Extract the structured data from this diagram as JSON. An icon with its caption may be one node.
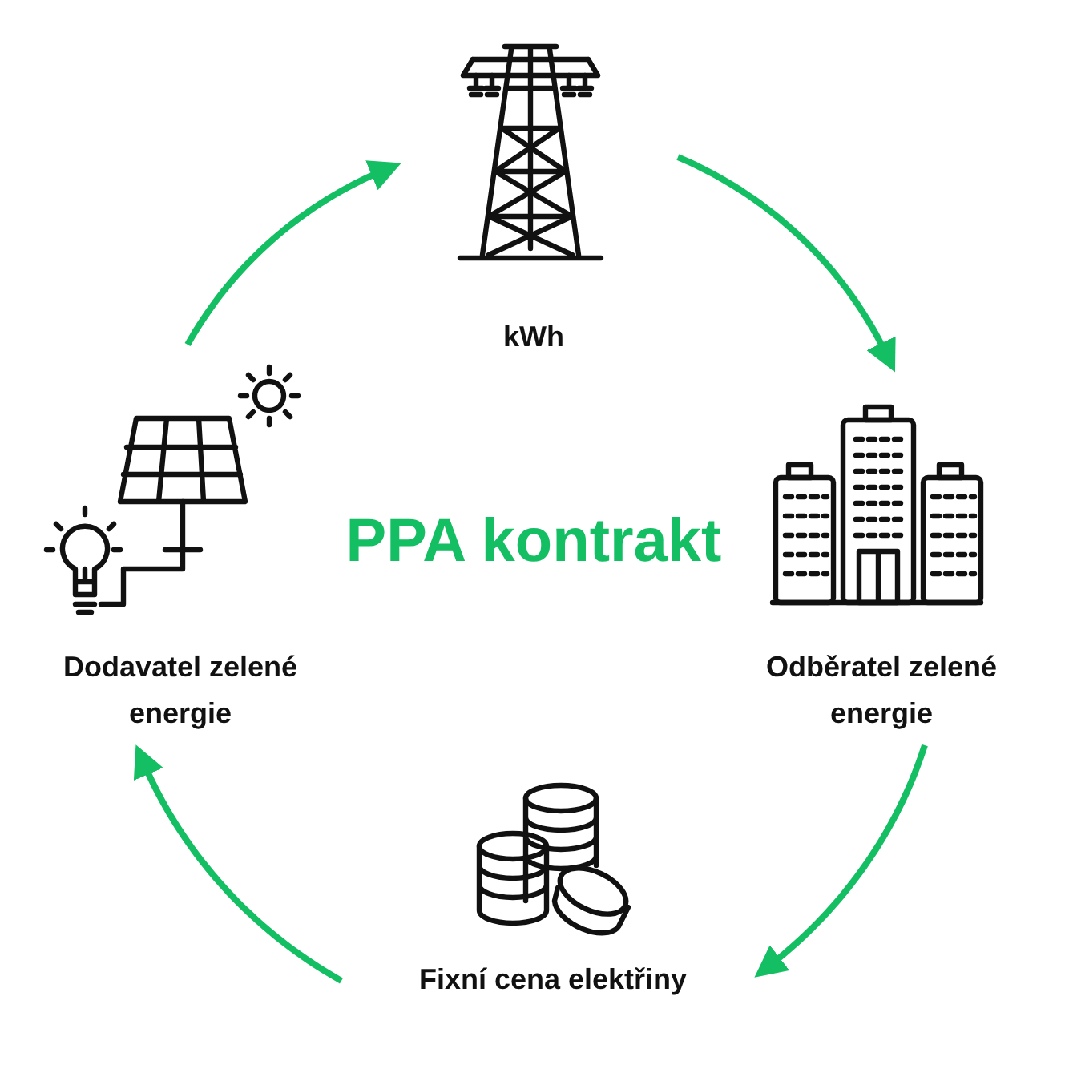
{
  "diagram": {
    "nodes": [
      {
        "text": [
          "kWh"
        ]
      },
      {
        "text": [
          "Odběratel zelené energie"
        ]
      },
      {
        "text": [
          "Fixní cena elektřiny"
        ]
      },
      {
        "text": [
          "Dodavatel zelené energie"
        ]
      }
    ],
    "edges": [
      {
        "from": 3,
        "to": 0,
        "arrow": "to"
      },
      {
        "from": 0,
        "to": 1,
        "arrow": "to"
      },
      {
        "from": 1,
        "to": 2,
        "arrow": "to"
      },
      {
        "from": 2,
        "to": 3,
        "arrow": "to"
      }
    ],
    "labels": [
      "PPA kontrakt"
    ]
  }
}
